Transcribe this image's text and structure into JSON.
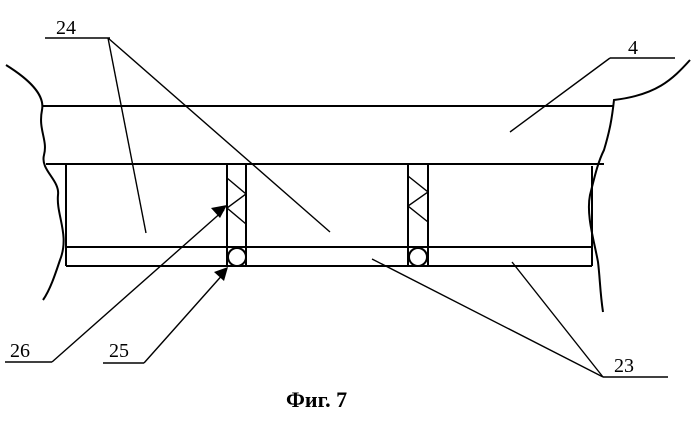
{
  "figure": {
    "caption": "Фиг. 7",
    "labels": {
      "l24": "24",
      "l4": "4",
      "l26": "26",
      "l25": "25",
      "l23": "23"
    },
    "line_color": "#000000",
    "background": "#ffffff"
  }
}
